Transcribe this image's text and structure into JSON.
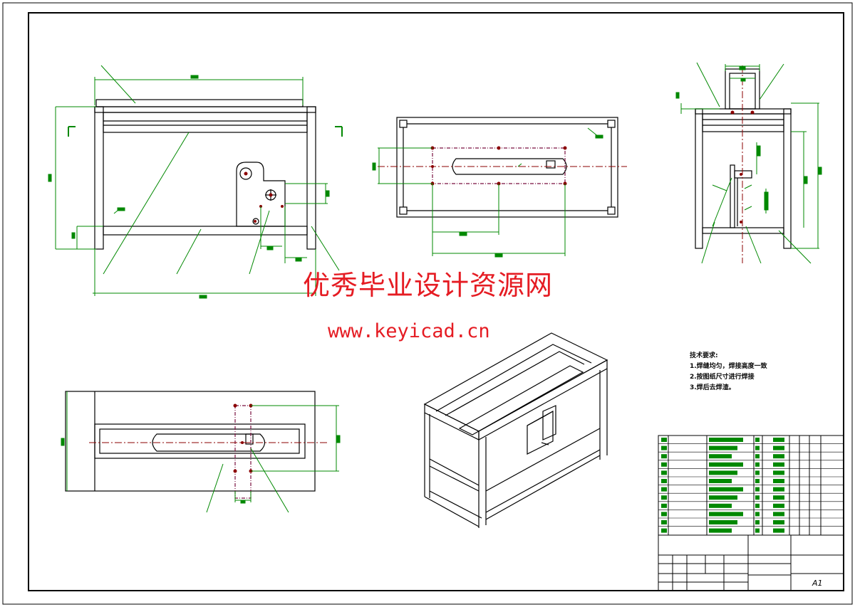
{
  "watermark": {
    "title": "优秀毕业设计资源网",
    "url": "www.keyicad.cn"
  },
  "technical_notes": {
    "heading": "技术要求:",
    "items": [
      "1.焊缝均匀，焊接高度一致",
      "2.按图纸尺寸进行焊接",
      "3.焊后去焊渣。"
    ]
  },
  "title_block": {
    "sheet_size": "A1"
  },
  "colors": {
    "outline": "#000000",
    "dimension": "#008800",
    "centerline": "#8b0000",
    "watermark": "#e51c23"
  }
}
